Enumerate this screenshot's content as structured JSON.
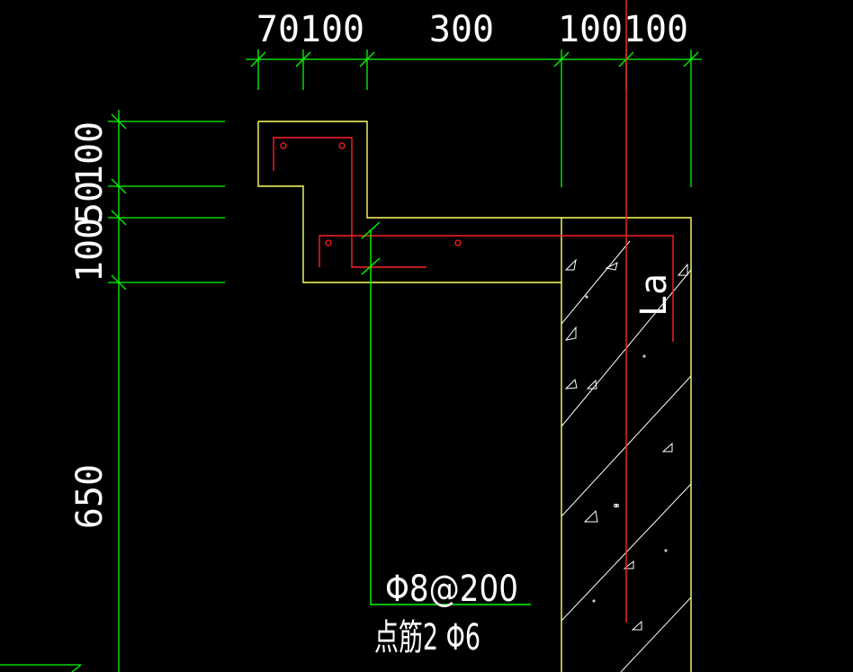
{
  "colors": {
    "background": "#000000",
    "dimension": "#00ff00",
    "outline": "#ffff66",
    "rebar": "#ff2020",
    "text": "#ffffff",
    "hatch": "#ffffff"
  },
  "dimensions": {
    "top": [
      "70",
      "100",
      "300",
      "100",
      "100"
    ],
    "left": [
      "100",
      "50",
      "100",
      "650"
    ]
  },
  "labels": {
    "anchorage": "La",
    "stirrup": "Φ8@200",
    "distribution_bar": "点筋2 Φ6"
  }
}
